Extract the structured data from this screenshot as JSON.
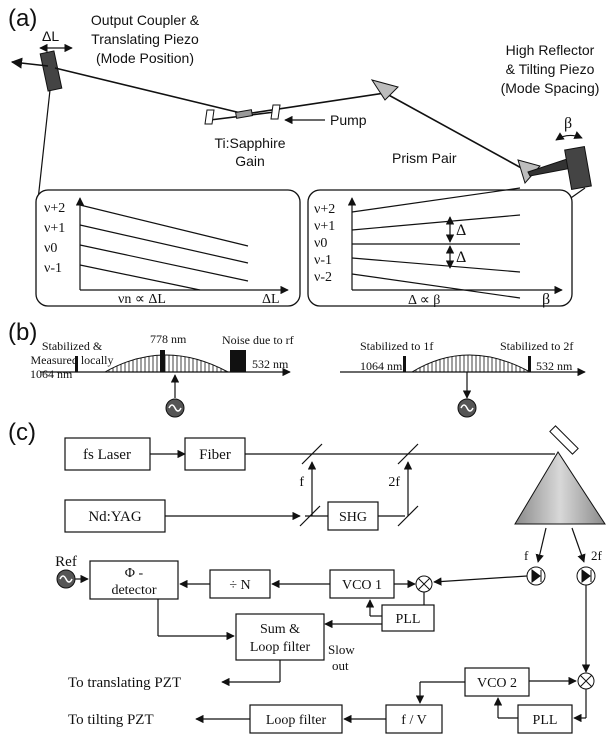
{
  "panels": {
    "a": "(a)",
    "b": "(b)",
    "c": "(c)"
  },
  "panel_a": {
    "coupler": [
      "Output Coupler &",
      "Translating Piezo",
      "(Mode Position)"
    ],
    "delta_l": "ΔL",
    "reflector": [
      "High Reflector",
      "& Tilting Piezo",
      "(Mode Spacing)"
    ],
    "beta": "β",
    "pump": "Pump",
    "gain": [
      "Ti:Sapphire",
      "Gain"
    ],
    "prism": "Prism Pair",
    "left_inset": {
      "ylabels": [
        "ν+2",
        "ν+1",
        "ν0",
        "ν-1"
      ],
      "xlabel": "νn ∝ ΔL",
      "xend": "ΔL"
    },
    "right_inset": {
      "ylabels": [
        "ν+2",
        "ν+1",
        "ν0",
        "ν-1",
        "ν-2"
      ],
      "delta": "Δ",
      "xlabel": "Δ ∝ β",
      "xend": "β"
    }
  },
  "panel_b": {
    "left": {
      "stab": [
        "Stabilized &",
        "Measured locally"
      ],
      "nm1064": "1064 nm",
      "nm778": "778 nm",
      "noise": "Noise due to rf",
      "nm532": "532 nm"
    },
    "right": {
      "stab1f": "Stabilized to 1f",
      "stab2f": "Stabilized to 2f",
      "nm1064": "1064 nm",
      "nm532": "532 nm"
    }
  },
  "panel_c": {
    "fs_laser": "fs Laser",
    "fiber": "Fiber",
    "ndyag": "Nd:YAG",
    "shg": "SHG",
    "f": "f",
    "twof": "2f",
    "ref": "Ref",
    "phi_det": [
      "Φ -",
      "detector"
    ],
    "divn": "÷ N",
    "vco1": "VCO 1",
    "pll1": "PLL",
    "sum": [
      "Sum &",
      "Loop filter"
    ],
    "slow": [
      "Slow",
      "out"
    ],
    "to_translating": "To translating PZT",
    "vco2": "VCO 2",
    "fv": "f / V",
    "loop_filter": "Loop filter",
    "pll2": "PLL",
    "to_tilting": "To tilting PZT"
  }
}
